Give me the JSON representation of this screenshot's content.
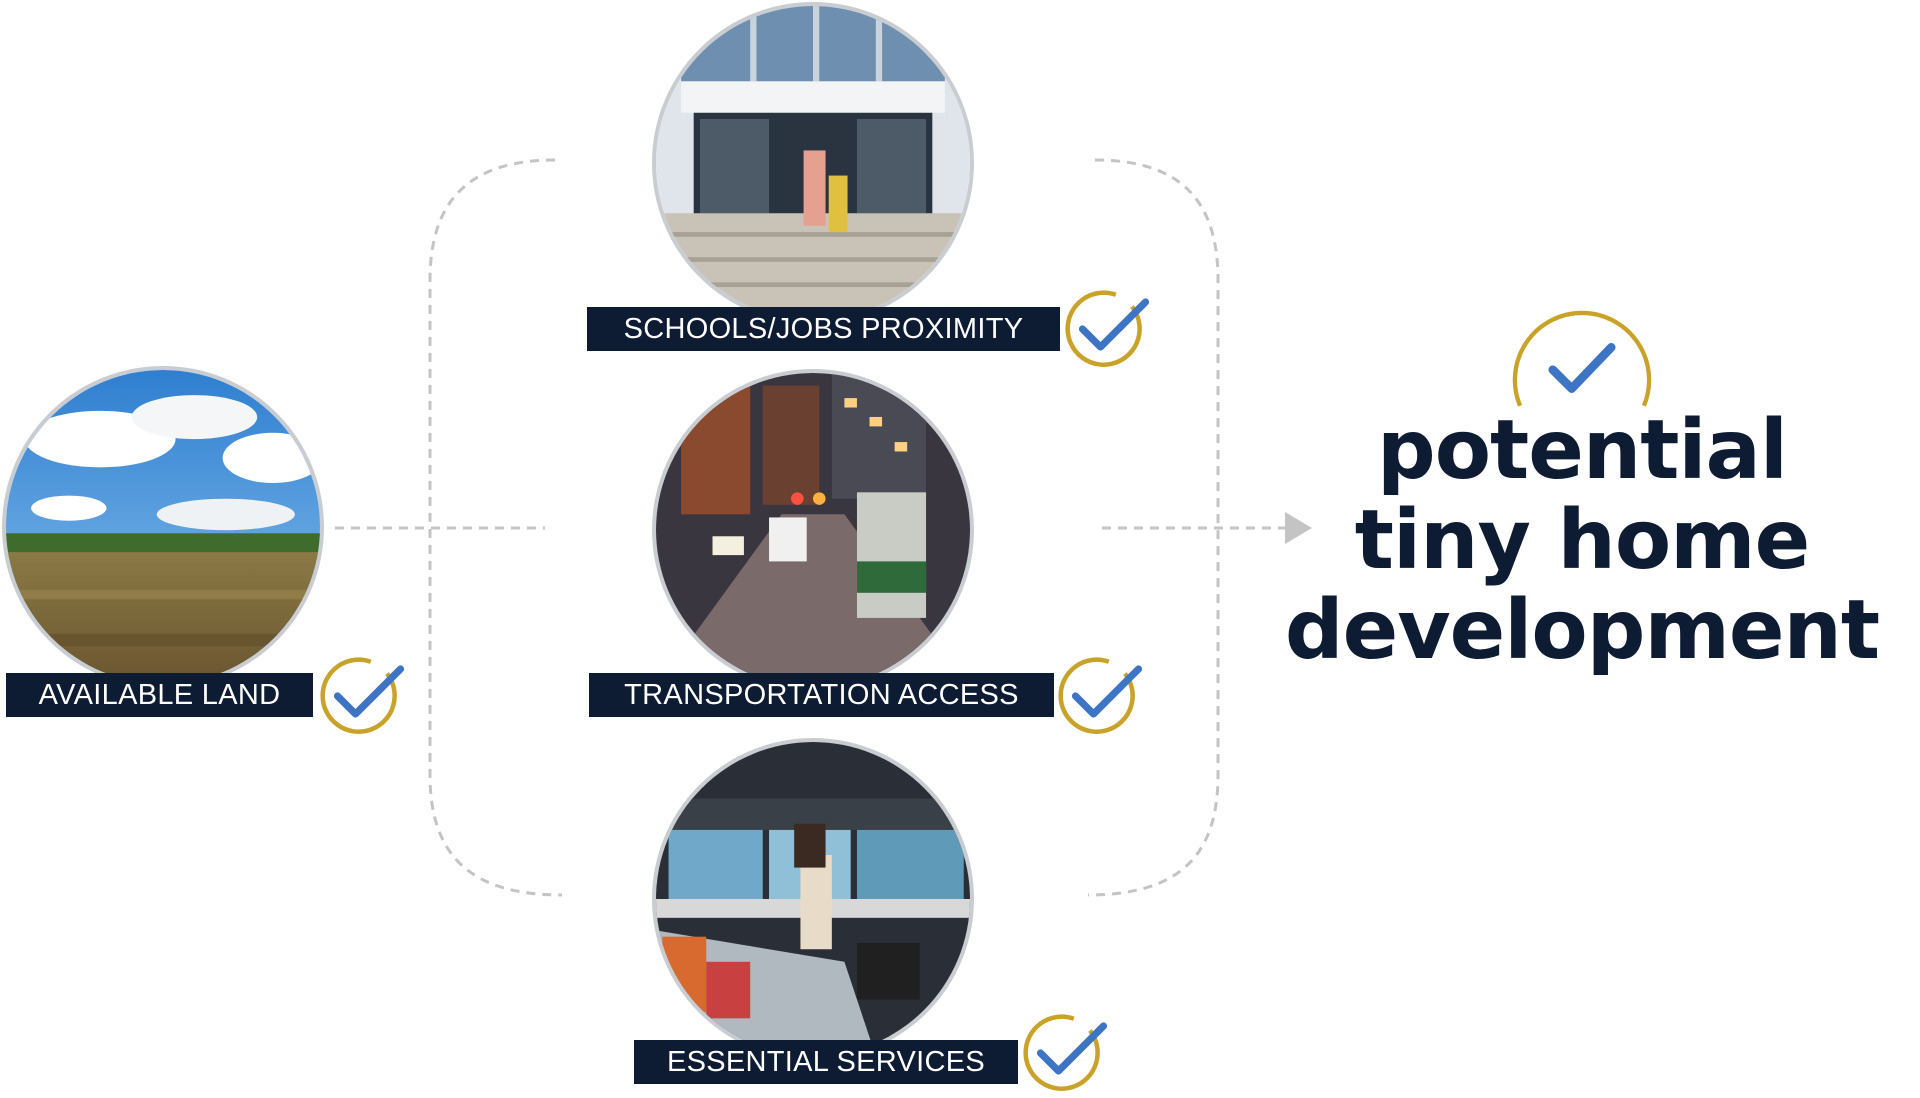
{
  "colors": {
    "navy": "#0d1b33",
    "gold": "#c9a22a",
    "check_blue": "#3d74c4",
    "connector_gray": "#c4c4c4"
  },
  "factors": [
    {
      "label": "AVAILABLE LAND",
      "image": "open-field-landscape",
      "icon": "check-icon"
    },
    {
      "label": "SCHOOLS/JOBS PROXIMITY",
      "image": "school-entrance",
      "icon": "check-icon"
    },
    {
      "label": "TRANSPORTATION ACCESS",
      "image": "city-street-tram",
      "icon": "check-icon"
    },
    {
      "label": "ESSENTIAL SERVICES",
      "image": "grocery-store",
      "icon": "check-icon"
    }
  ],
  "outcome": {
    "lines": [
      "potential",
      "tiny home",
      "development"
    ],
    "icon": "check-icon"
  }
}
